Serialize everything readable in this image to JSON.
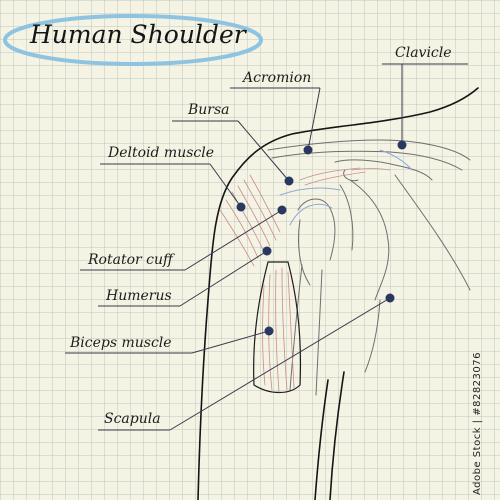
{
  "title": "Human Shoulder",
  "labels": {
    "clavicle": "Clavicle",
    "acromion": "Acromion",
    "bursa": "Bursa",
    "deltoid": "Deltoid muscle",
    "rotator": "Rotator cuff",
    "humerus": "Humerus",
    "biceps": "Biceps muscle",
    "scapula": "Scapula"
  },
  "watermark": "Adobe Stock | #82823076",
  "colors": {
    "background": "#f4f3e4",
    "ellipse": "#8ec3e2",
    "dot": "#283860",
    "line": "#3a3a4a",
    "muscle": "#c98d8d"
  }
}
